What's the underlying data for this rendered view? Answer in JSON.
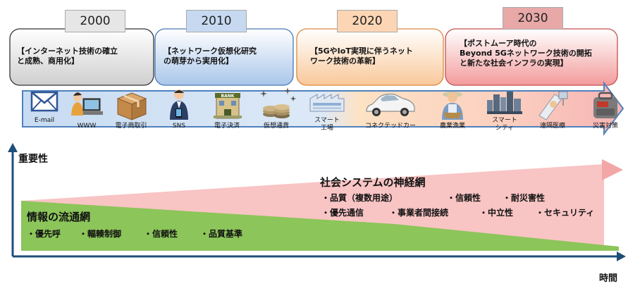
{
  "eras": [
    {
      "year": "2000",
      "text": [
        "【インターネット技術の確立",
        "と成熟、商用化】"
      ]
    },
    {
      "year": "2010",
      "text": [
        "【ネットワーク仮想化研究",
        "の萌芽から実用化】"
      ]
    },
    {
      "year": "2020",
      "text": [
        "【5GやIoT実現に伴うネット",
        "ワーク技術の革新】"
      ]
    },
    {
      "year": "2030",
      "text": [
        "【ポストムーア時代の",
        "Beyond 5Gネットワーク技術の開拓",
        "と新たな社会インフラの実現】"
      ]
    }
  ],
  "technologies": [
    {
      "label": "E-mail",
      "icon": "envelope-icon"
    },
    {
      "label": "WWW",
      "icon": "computer-user-icon"
    },
    {
      "label": "電子商取引",
      "icon": "package-icon"
    },
    {
      "label": "SNS",
      "icon": "smartphone-user-icon"
    },
    {
      "label": "電子決済",
      "icon": "bank-icon"
    },
    {
      "label": "仮想通貨",
      "icon": "coins-icon"
    },
    {
      "label": "スマート\n工場",
      "icon": "factory-icon"
    },
    {
      "label": "コネクテッドカー",
      "icon": "car-icon"
    },
    {
      "label": "農業漁業",
      "icon": "farmer-icon"
    },
    {
      "label": "スマート\nシティ",
      "icon": "city-icon"
    },
    {
      "label": "遠隔医療",
      "icon": "medical-icon"
    },
    {
      "label": "災害対策",
      "icon": "emergency-kit-icon"
    }
  ],
  "axes": {
    "y_label": "重要性",
    "x_label": "時間"
  },
  "information_network": {
    "title": "情報の流通網",
    "items": [
      "・優先呼",
      "・輻輳制御",
      "・信頼性",
      "・品質基準"
    ]
  },
  "social_network": {
    "title": "社会システムの神経網",
    "row1": [
      "・品質（複数用途）",
      "・信頼性",
      "・耐災害性"
    ],
    "row2": [
      "・優先通信",
      "・事業者間接続",
      "・中立性",
      "・セキュリティ"
    ]
  },
  "colors": {
    "era_1": "#e0e0e0",
    "era_2": "#c6d9f1",
    "era_3": "#fdd9b5",
    "era_4": "#f8c8c8",
    "info_area": "#7cc04a",
    "social_area": "#f7b3b3",
    "axis": "#1f4e79"
  }
}
